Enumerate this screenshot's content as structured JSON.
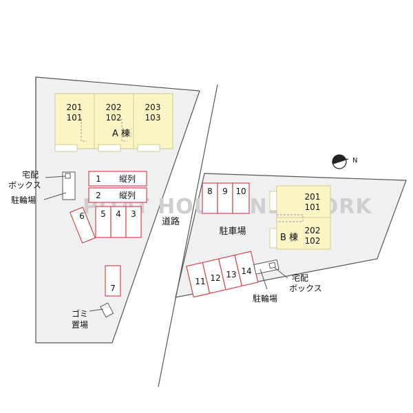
{
  "colors": {
    "ground": "#f0f0f0",
    "outline": "#555555",
    "building_fill": "#fbf5c6",
    "building_border": "#cfca92",
    "parking_border": "#d9434f",
    "parking_fill": "#ffffff"
  },
  "watermark": "PITAT HOUSE NETWORK",
  "compass_icon": "north-arrow-icon",
  "compass_label": "N",
  "left_lot": {
    "building_a": {
      "label": "A 棟",
      "units": [
        {
          "upper": "201",
          "lower": "101"
        },
        {
          "upper": "202",
          "lower": "102"
        },
        {
          "upper": "203",
          "lower": "103"
        }
      ]
    },
    "delivery_box_label_1": "宅配",
    "delivery_box_label_2": "ボックス",
    "bicycle_parking_label": "駐輪場",
    "tandem_slots": [
      {
        "num": "1",
        "note": "縦列"
      },
      {
        "num": "2",
        "note": "縦列"
      }
    ],
    "slots": [
      "6",
      "5",
      "4",
      "3",
      "7"
    ],
    "garbage_label_1": "ゴミ",
    "garbage_label_2": "置場"
  },
  "road_label": "道路",
  "right_lot": {
    "parking_label": "駐車場",
    "slots_top": [
      "8",
      "9",
      "10"
    ],
    "slots_bottom": [
      "11",
      "12",
      "13",
      "14"
    ],
    "building_b": {
      "label": "B 棟",
      "units": [
        {
          "upper": "201",
          "lower": "101"
        },
        {
          "upper": "202",
          "lower": "102"
        }
      ]
    },
    "delivery_box_label_1": "宅配",
    "delivery_box_label_2": "ボックス",
    "bicycle_parking_label": "駐輪場"
  }
}
